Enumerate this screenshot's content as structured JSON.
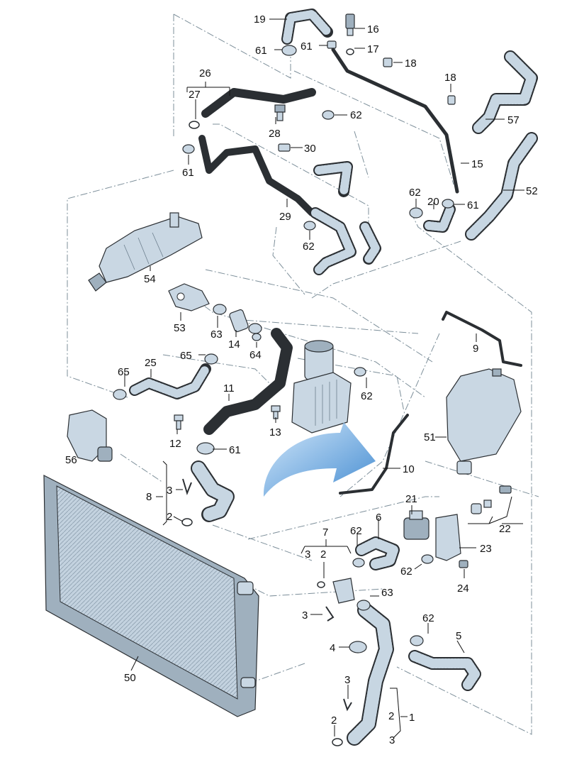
{
  "diagram": {
    "callouts": {
      "c1": "1",
      "c2a": "2",
      "c2b": "2",
      "c2c": "2",
      "c2d": "2",
      "c3a": "3",
      "c3b": "3",
      "c3c": "3",
      "c3d": "3",
      "c3e": "3",
      "c4": "4",
      "c5": "5",
      "c6": "6",
      "c7": "7",
      "c8": "8",
      "c9": "9",
      "c10": "10",
      "c11": "11",
      "c12": "12",
      "c13": "13",
      "c14": "14",
      "c15": "15",
      "c16": "16",
      "c17": "17",
      "c18a": "18",
      "c18b": "18",
      "c19": "19",
      "c20": "20",
      "c21": "21",
      "c22": "22",
      "c23": "23",
      "c24": "24",
      "c25": "25",
      "c26": "26",
      "c27": "27",
      "c28": "28",
      "c29": "29",
      "c30": "30",
      "c50": "50",
      "c51": "51",
      "c52": "52",
      "c53": "53",
      "c54": "54",
      "c56": "56",
      "c57": "57",
      "c61a": "61",
      "c61b": "61",
      "c61c": "61",
      "c61d": "61",
      "c61e": "61",
      "c62a": "62",
      "c62b": "62",
      "c62c": "62",
      "c62d": "62",
      "c62e": "62",
      "c62f": "62",
      "c62g": "62",
      "c63a": "63",
      "c63b": "63",
      "c64": "64",
      "c65a": "65",
      "c65b": "65"
    },
    "colors": {
      "part_fill": "#c9d7e3",
      "part_dark": "#9fb0be",
      "outline": "#2b2f33",
      "dashdot_line": "#7d8f9a",
      "arrow_blue": "#3a8fd6"
    },
    "icons": [
      "flow-direction-arrow"
    ]
  }
}
